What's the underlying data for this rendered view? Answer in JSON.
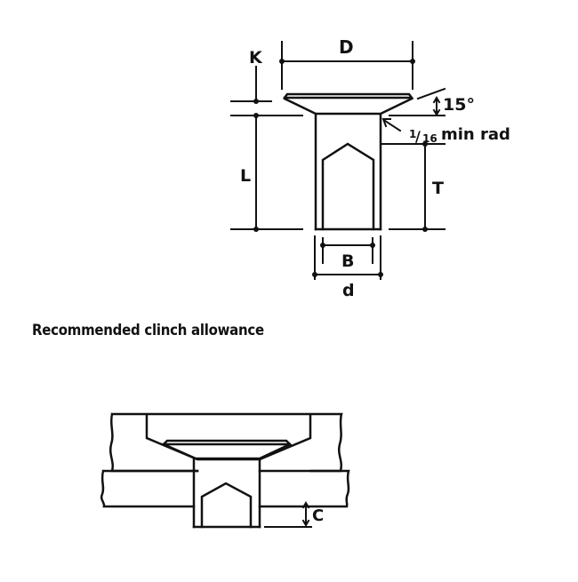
{
  "diagram": {
    "labels": {
      "K": "K",
      "D": "D",
      "angle": "15°",
      "radius_num": "1",
      "radius_den": "16",
      "radius_text": "min rad",
      "L": "L",
      "T": "T",
      "B": "B",
      "d": "d",
      "C": "C"
    },
    "caption": "Recommended clinch allowance",
    "colors": {
      "line": "#111111",
      "background": "#ffffff"
    }
  }
}
